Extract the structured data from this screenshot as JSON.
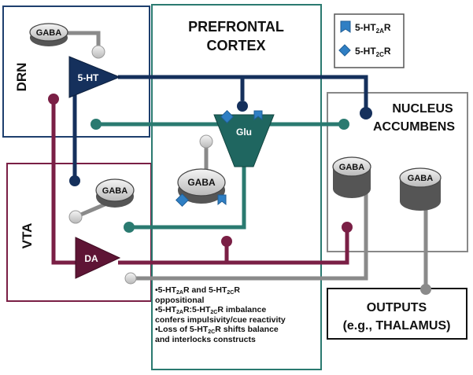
{
  "regions": {
    "prefrontal": {
      "line1": "PREFRONTAL",
      "line2": "CORTEX"
    },
    "drn": "DRN",
    "vta": "VTA",
    "accumbens": {
      "line1": "NUCLEUS",
      "line2": "ACCUMBENS"
    },
    "outputs": {
      "line1": "OUTPUTS",
      "line2": "(e.g., THALAMUS)"
    }
  },
  "neurons": {
    "drn_gaba": "GABA",
    "serotonin": "5-HT",
    "vta_gaba": "GABA",
    "dopamine": "DA",
    "glutamate": "Glu",
    "pfc_gaba": "GABA",
    "nac_gaba_1": "GABA",
    "nac_gaba_2": "GABA"
  },
  "legend": {
    "ht2a": {
      "prefix": "5-HT",
      "sub": "2A",
      "suffix": "R"
    },
    "ht2c": {
      "prefix": "5-HT",
      "sub": "2C",
      "suffix": "R"
    }
  },
  "notes": [
    {
      "segments": [
        "•5-HT",
        "2A",
        "R and 5-HT",
        "2C",
        "R"
      ],
      "rest": "oppositional"
    },
    {
      "segments": [
        "•5-HT",
        "2A",
        "R:5-HT",
        "2C",
        "R imbalance"
      ],
      "rest": "confers impulsivity/cue reactivity"
    },
    {
      "segments": [
        "•Loss of 5-HT",
        "2C",
        "R shifts balance"
      ],
      "rest": "and interlocks constructs"
    }
  ],
  "colors": {
    "drn_blue": "#1e3f6e",
    "serotonin_navy": "#15305c",
    "teal": "#2a7a70",
    "glu_teal": "#1f6660",
    "maroon": "#7a1f45",
    "da_maroon": "#5e1535",
    "gray": "#8a8a8a",
    "receptor_blue": "#2f7fc4"
  }
}
